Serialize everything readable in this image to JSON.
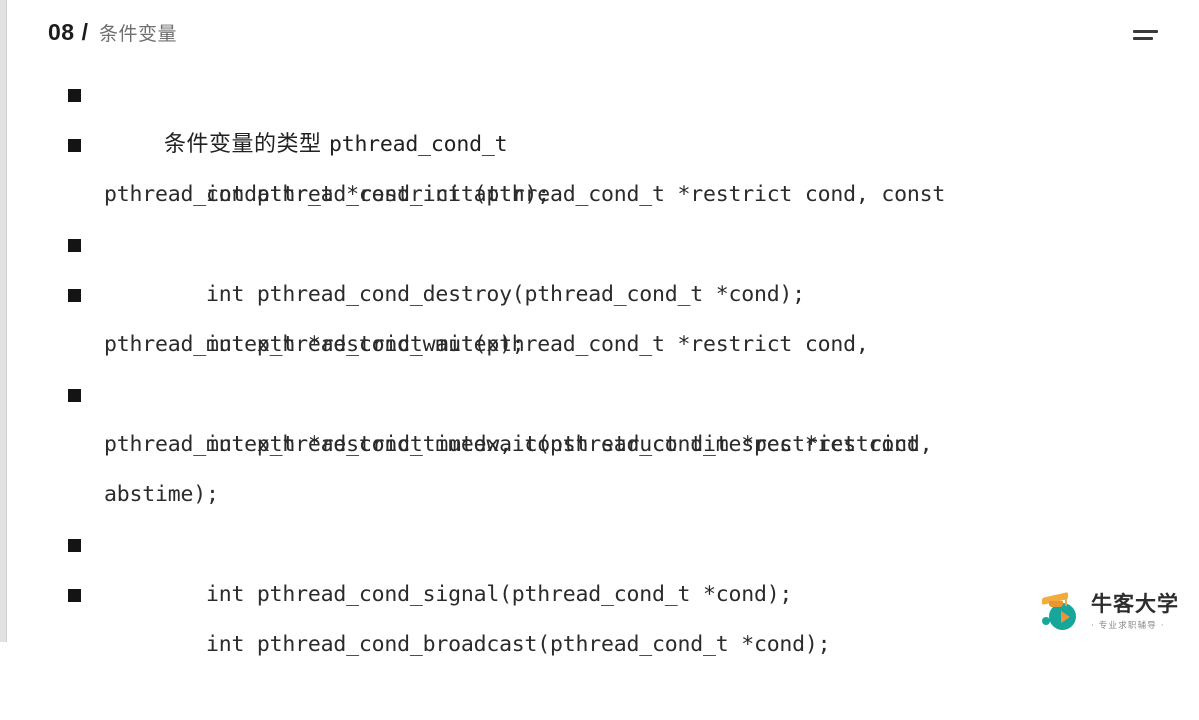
{
  "header": {
    "number": "08",
    "separator": "/",
    "subject": "条件变量",
    "menu_icon": "hamburger-icon"
  },
  "content": {
    "bullets": [
      {
        "id": "cond-type",
        "kind": "cjk",
        "cjk_text": "条件变量的类型 ",
        "mono_text": "pthread_cond_t",
        "continuations": []
      },
      {
        "id": "pthread-cond-init",
        "kind": "code",
        "text": "int pthread_cond_init(pthread_cond_t *restrict cond, const",
        "continuations": [
          "pthread_condattr_t *restrict attr);"
        ]
      },
      {
        "id": "pthread-cond-destroy",
        "kind": "code",
        "text": "int pthread_cond_destroy(pthread_cond_t *cond);",
        "continuations": []
      },
      {
        "id": "pthread-cond-wait",
        "kind": "code",
        "text": "int pthread_cond_wait(pthread_cond_t *restrict cond,",
        "continuations": [
          "pthread_mutex_t *restrict mutex);"
        ]
      },
      {
        "id": "pthread-cond-timedwait",
        "kind": "code",
        "text": "int pthread_cond_timedwait(pthread_cond_t *restrict cond,",
        "continuations": [
          "pthread_mutex_t *restrict mutex, const struct timespec *restrict",
          "abstime);"
        ]
      },
      {
        "id": "pthread-cond-signal",
        "kind": "code",
        "text": "int pthread_cond_signal(pthread_cond_t *cond);",
        "continuations": []
      },
      {
        "id": "pthread-cond-broadcast",
        "kind": "code",
        "text": "int pthread_cond_broadcast(pthread_cond_t *cond);",
        "continuations": []
      }
    ]
  },
  "footer": {
    "brand_name": "牛客大学",
    "brand_tagline": "· 专业求职辅导 ·",
    "logo_icon": "graduation-cap-play-icon"
  },
  "colors": {
    "background": "#ffffff",
    "header_number": "#1c1c1c",
    "header_subject": "#6f6f6f",
    "body_text": "#2b2b2b",
    "bullet": "#141414",
    "brand_teal": "#16a79a",
    "brand_orange": "#f0923c",
    "brand_yellow": "#f3ab3c",
    "gutter": "#e2e2e2"
  }
}
